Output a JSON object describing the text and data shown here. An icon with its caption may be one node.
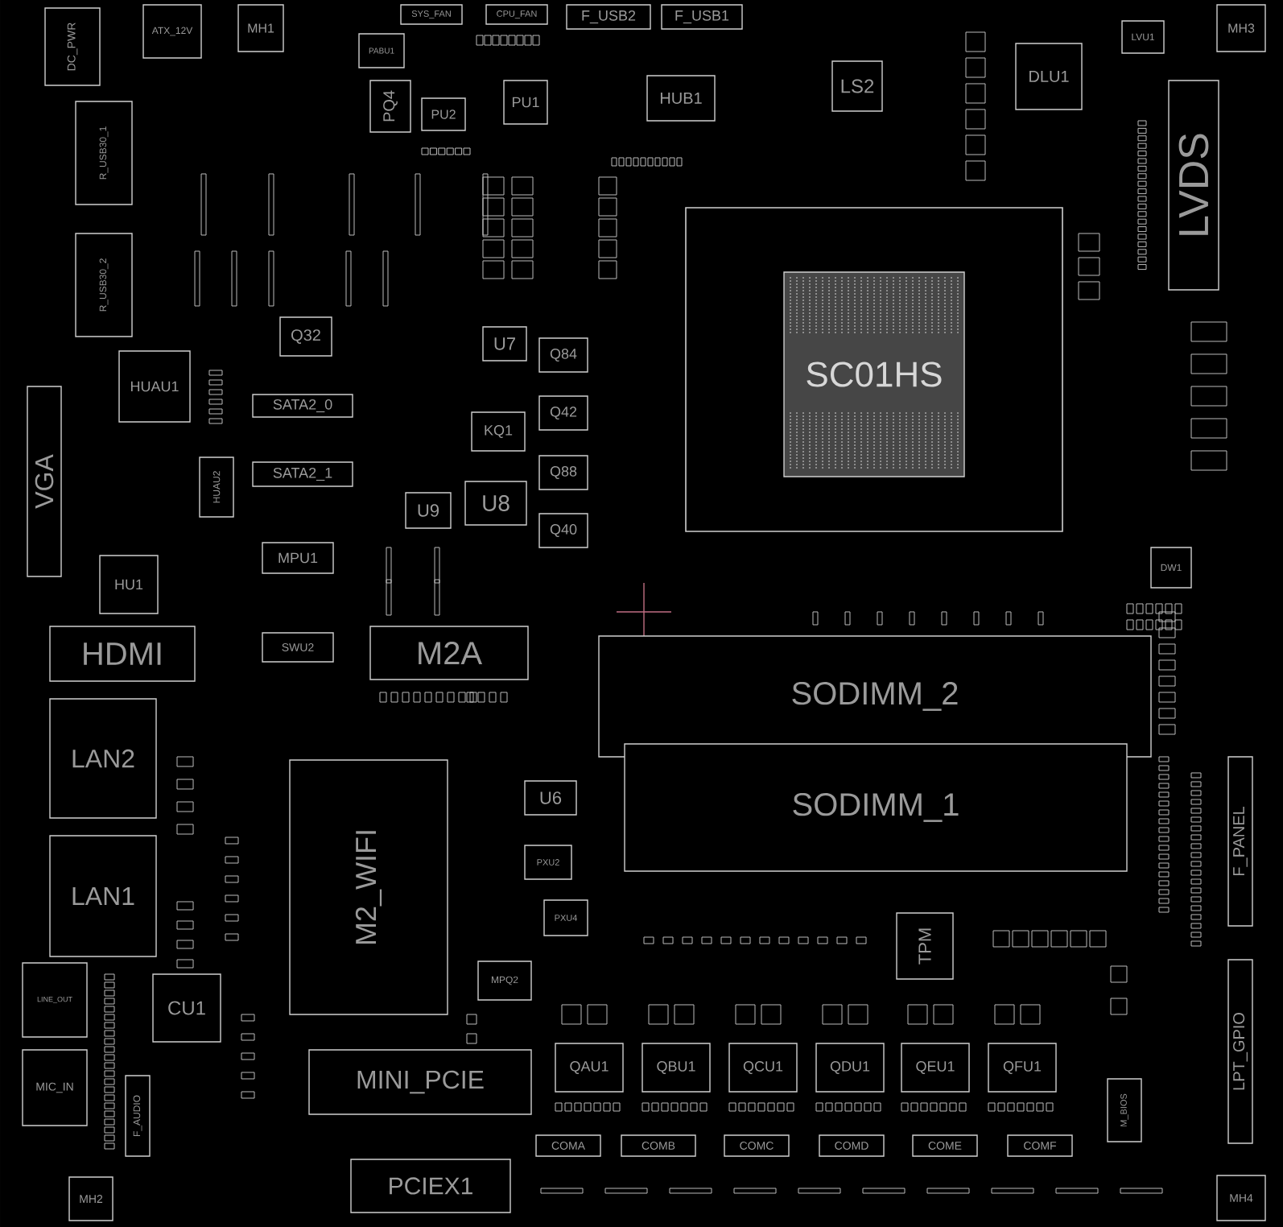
{
  "diagram": {
    "nodes": [
      {
        "text": [
          "DC_PWR"
        ]
      },
      {
        "text": [
          "ATX_12V"
        ]
      },
      {
        "text": [
          "MH1"
        ]
      },
      {
        "text": [
          "SYS_FAN"
        ]
      },
      {
        "text": [
          "CPU_FAN"
        ]
      },
      {
        "text": [
          "F_USB2"
        ]
      },
      {
        "text": [
          "F_USB1"
        ]
      },
      {
        "text": [
          "MH3"
        ]
      },
      {
        "text": [
          "LVU1"
        ]
      },
      {
        "text": [
          "PABU1"
        ]
      },
      {
        "text": [
          "DLU1"
        ]
      },
      {
        "text": [
          "LS2"
        ]
      },
      {
        "text": [
          "HUB1"
        ]
      },
      {
        "text": [
          "PQ4"
        ]
      },
      {
        "text": [
          "PU1"
        ]
      },
      {
        "text": [
          "LVDS"
        ]
      },
      {
        "text": [
          "PU2"
        ]
      },
      {
        "text": [
          "R_USB30_1"
        ]
      },
      {
        "text": [
          "SC01HS"
        ]
      },
      {
        "text": [
          "R_USB30_2"
        ]
      },
      {
        "text": [
          "Q32"
        ]
      },
      {
        "text": [
          "U7"
        ]
      },
      {
        "text": [
          "Q84"
        ]
      },
      {
        "text": [
          "HUAU1"
        ]
      },
      {
        "text": [
          "VGA"
        ]
      },
      {
        "text": [
          "SATA2_0"
        ]
      },
      {
        "text": [
          "Q42"
        ]
      },
      {
        "text": [
          "KQ1"
        ]
      },
      {
        "text": [
          "HUAU2"
        ]
      },
      {
        "text": [
          "SATA2_1"
        ]
      },
      {
        "text": [
          "Q88"
        ]
      },
      {
        "text": [
          "U8"
        ]
      },
      {
        "text": [
          "U9"
        ]
      },
      {
        "text": [
          "Q40"
        ]
      },
      {
        "text": [
          "MPU1"
        ]
      },
      {
        "text": [
          "DW1"
        ]
      },
      {
        "text": [
          "HU1"
        ]
      },
      {
        "text": [
          "HDMI"
        ]
      },
      {
        "text": [
          "M2A"
        ]
      },
      {
        "text": [
          "SWU2"
        ]
      },
      {
        "text": [
          "SODIMM_2"
        ]
      },
      {
        "text": [
          "LAN2"
        ]
      },
      {
        "text": [
          "SODIMM_1"
        ]
      },
      {
        "text": [
          "F_PANEL"
        ]
      },
      {
        "text": [
          "M2_WIFI"
        ]
      },
      {
        "text": [
          "U6"
        ]
      },
      {
        "text": [
          "LAN1"
        ]
      },
      {
        "text": [
          "PXU2"
        ]
      },
      {
        "text": [
          "TPM"
        ]
      },
      {
        "text": [
          "PXU4"
        ]
      },
      {
        "text": [
          "MPQ2"
        ]
      },
      {
        "text": [
          "LINE_OUT"
        ]
      },
      {
        "text": [
          "LPT_GPIO"
        ]
      },
      {
        "text": [
          "CU1"
        ]
      },
      {
        "text": [
          "QAU1"
        ]
      },
      {
        "text": [
          "QBU1"
        ]
      },
      {
        "text": [
          "QCU1"
        ]
      },
      {
        "text": [
          "QDU1"
        ]
      },
      {
        "text": [
          "QEU1"
        ]
      },
      {
        "text": [
          "QFU1"
        ]
      },
      {
        "text": [
          "MINI_PCIE"
        ]
      },
      {
        "text": [
          "MIC_IN"
        ]
      },
      {
        "text": [
          "F_AUDIO"
        ]
      },
      {
        "text": [
          "M_BIOS"
        ]
      },
      {
        "text": [
          "COMA"
        ]
      },
      {
        "text": [
          "COMB"
        ]
      },
      {
        "text": [
          "COMC"
        ]
      },
      {
        "text": [
          "COMD"
        ]
      },
      {
        "text": [
          "COME"
        ]
      },
      {
        "text": [
          "COMF"
        ]
      },
      {
        "text": [
          "PCIEX1"
        ]
      },
      {
        "text": [
          "MH2"
        ]
      },
      {
        "text": [
          "MH4"
        ]
      }
    ]
  }
}
